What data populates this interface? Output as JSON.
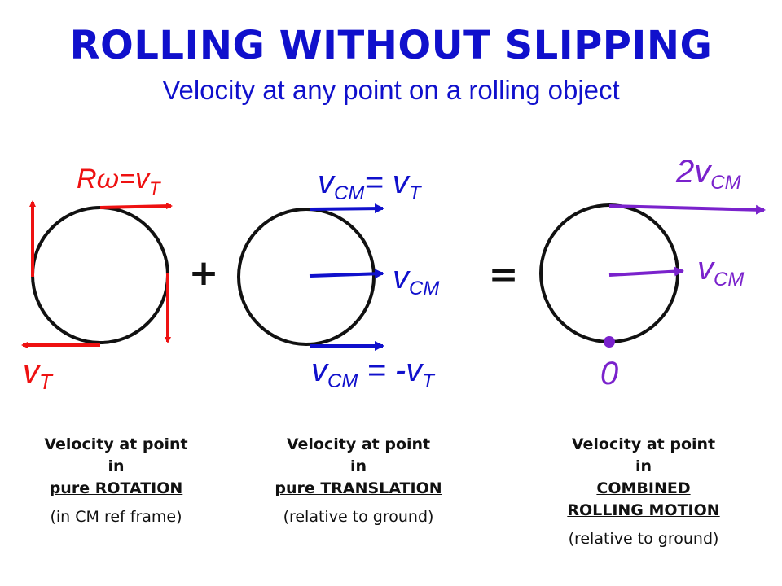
{
  "title": "ROLLING WITHOUT SLIPPING",
  "subtitle": "Velocity at any point on a rolling object",
  "colors": {
    "title": "#1010cc",
    "rotation": "#ee1111",
    "translation": "#1010cc",
    "combined": "#7a22cc",
    "outline": "#111111"
  },
  "operators": {
    "plus": "+",
    "equals": "="
  },
  "rotation": {
    "label_top_main": "R",
    "label_top_omega": "ω",
    "label_top_eq": "=v",
    "label_top_sub": "T",
    "label_bottom_main": "v",
    "label_bottom_sub": "T",
    "caption": {
      "line1": "Velocity at point",
      "line2": "in",
      "line3": "pure ROTATION",
      "note": "(in CM ref frame)"
    }
  },
  "translation": {
    "top_v": "v",
    "top_sub": "CM",
    "top_eq": "= v",
    "top_sub2": "T",
    "mid_v": "v",
    "mid_sub": "CM",
    "bot_v": "v",
    "bot_sub": "CM",
    "bot_eq": " = -v",
    "bot_sub2": "T",
    "caption": {
      "line1": "Velocity at point",
      "line2": "in",
      "line3": "pure TRANSLATION",
      "note": "(relative to ground)"
    }
  },
  "combined": {
    "top_coef": "2v",
    "top_sub": "CM",
    "mid_v": "v",
    "mid_sub": "CM",
    "zero_label": "0",
    "caption": {
      "line1": "Velocity at point",
      "line2": "in",
      "line3": "COMBINED",
      "line4": "ROLLING MOTION",
      "note": "(relative to ground)"
    }
  }
}
